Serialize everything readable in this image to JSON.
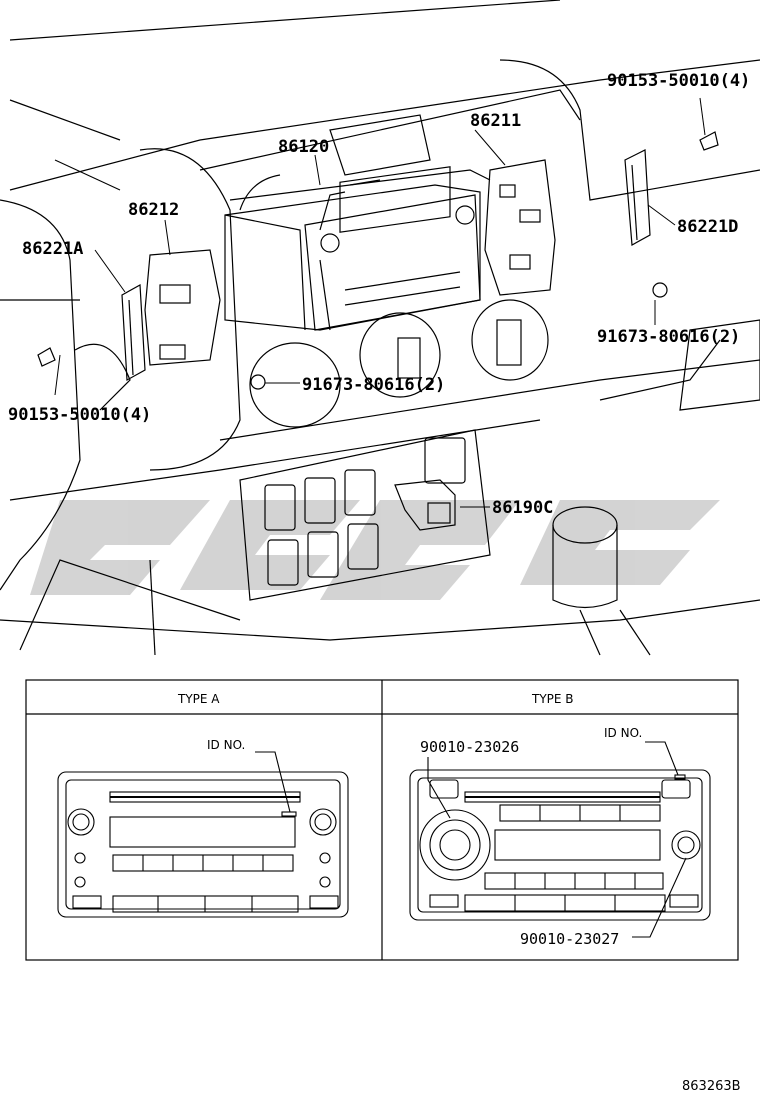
{
  "callouts": {
    "p86120": "86120",
    "p86211": "86211",
    "p86212": "86212",
    "p86221A": "86221A",
    "p86221D": "86221D",
    "bolt_right": "90153-50010(4)",
    "bolt_left": "90153-50010(4)",
    "screw_right": "91673-80616(2)",
    "screw_center": "91673-80616(2)",
    "p86190C": "86190C"
  },
  "table": {
    "type_a_header": "TYPE  A",
    "type_b_header": "TYPE  B",
    "type_a_id": "ID NO.",
    "type_b_id": "ID NO.",
    "type_b_knob_left": "90010-23026",
    "type_b_knob_right": "90010-23027"
  },
  "reference_code": "863263B"
}
